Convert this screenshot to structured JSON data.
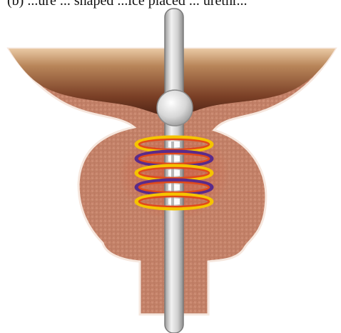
{
  "caption": "(b) ...ure ... shaped ...ice placed ... urethr...",
  "colors": {
    "bladder_dark": "#5a2a1a",
    "bladder_mid": "#a0683f",
    "bladder_light": "#e9c9a4",
    "tissue": "#c98c70",
    "tissue_speckle": "#b3735a",
    "outline": "#f6e7de",
    "tube": "#d4d4d4",
    "tube_edge": "#8c8c8c",
    "ring_gold": "#f5c400",
    "ring_red": "#e0491b",
    "ring_blue": "#5a2b8a"
  },
  "rings": [
    {
      "kind": "gold-red"
    },
    {
      "kind": "blue-red"
    },
    {
      "kind": "gold-red"
    },
    {
      "kind": "blue-red"
    },
    {
      "kind": "gold-red"
    }
  ]
}
